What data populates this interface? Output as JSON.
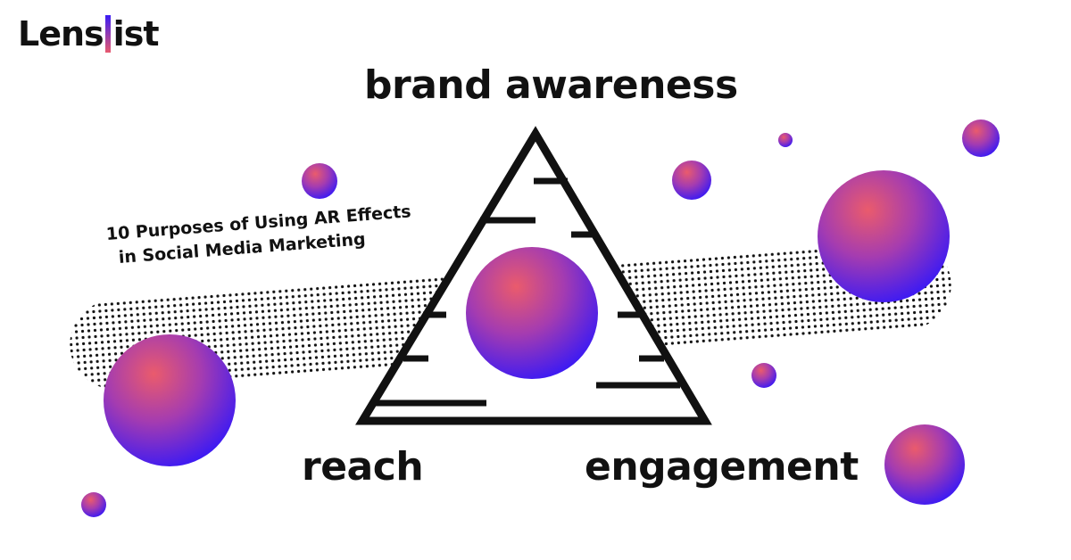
{
  "logo": {
    "left": "Lens",
    "right": "ist"
  },
  "subtitle": {
    "line1": "10 Purposes of Using AR Effects",
    "line2": "in Social Media Marketing"
  },
  "labels": {
    "top": "brand awareness",
    "left": "reach",
    "right": "engagement"
  },
  "colors": {
    "sphere_light": "#ea5b6c",
    "sphere_dark": "#3418f5",
    "ink": "#111111"
  }
}
